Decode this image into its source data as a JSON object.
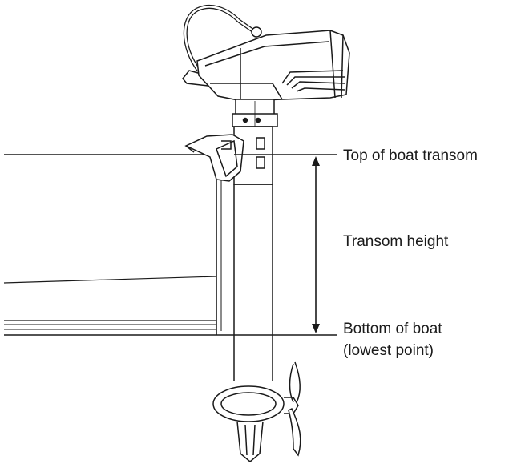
{
  "labels": {
    "top_of_transom": "Top of boat transom",
    "transom_height": "Transom height",
    "bottom_line1": "Bottom of boat",
    "bottom_line2": "(lowest point)"
  },
  "icons": [
    "outboard-motor-illustration",
    "boat-hull-outline",
    "dimension-arrow"
  ],
  "colors": {
    "ink": "#1a1a1a",
    "background": "#ffffff"
  }
}
